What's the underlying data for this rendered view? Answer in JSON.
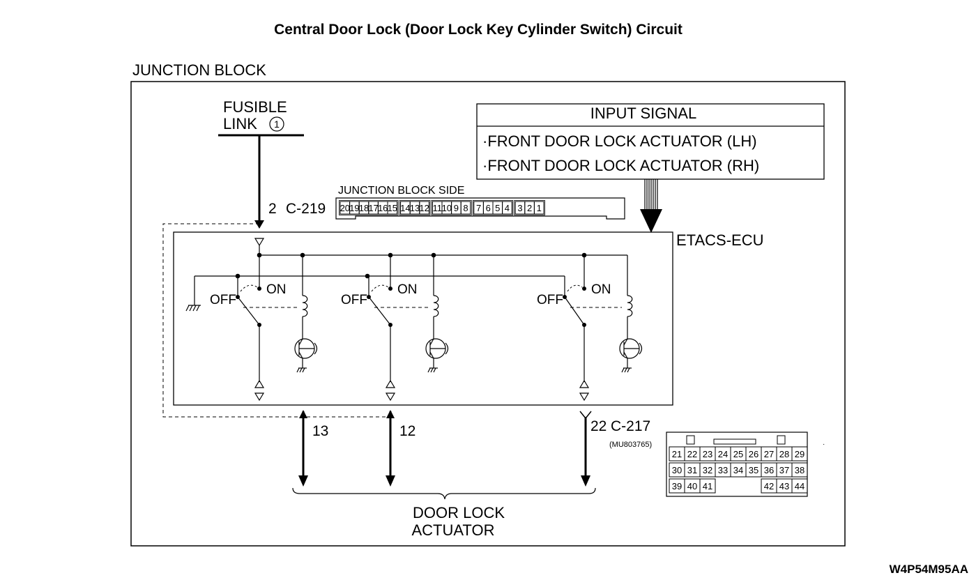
{
  "title": "Central Door Lock (Door Lock Key Cylinder Switch) Circuit",
  "junction_block": {
    "label": "JUNCTION BLOCK"
  },
  "fusible_link": {
    "line1": "FUSIBLE",
    "line2": "LINK",
    "number": "1"
  },
  "input_signal": {
    "header": "INPUT SIGNAL",
    "items": [
      "·FRONT DOOR LOCK ACTUATOR (LH)",
      "·FRONT DOOR LOCK ACTUATOR (RH)"
    ]
  },
  "connector_c219": {
    "side_label": "JUNCTION BLOCK SIDE",
    "pin_label": "2",
    "name": "C-219",
    "pins": [
      "20",
      "19",
      "18",
      "17",
      "16",
      "15",
      "14",
      "13",
      "12",
      "11",
      "10",
      "9",
      "8",
      "7",
      "6",
      "5",
      "4",
      "3",
      "2",
      "1"
    ]
  },
  "ecu": {
    "label": "ETACS-ECU"
  },
  "relays": [
    {
      "off": "OFF",
      "on": "ON"
    },
    {
      "off": "OFF",
      "on": "ON"
    },
    {
      "off": "OFF",
      "on": "ON"
    }
  ],
  "outputs": {
    "pin13": "13",
    "pin12": "12",
    "pin22": "22"
  },
  "connector_c217": {
    "name": "C-217",
    "part": "(MU803765)",
    "rows": [
      [
        "21",
        "22",
        "23",
        "24",
        "25",
        "26",
        "27",
        "28",
        "29"
      ],
      [
        "30",
        "31",
        "32",
        "33",
        "34",
        "35",
        "36",
        "37",
        "38"
      ],
      [
        "39",
        "40",
        "41",
        "42",
        "43",
        "44"
      ]
    ]
  },
  "actuator": {
    "line1": "DOOR LOCK",
    "line2": "ACTUATOR"
  },
  "figure_code": "W4P54M95AA"
}
